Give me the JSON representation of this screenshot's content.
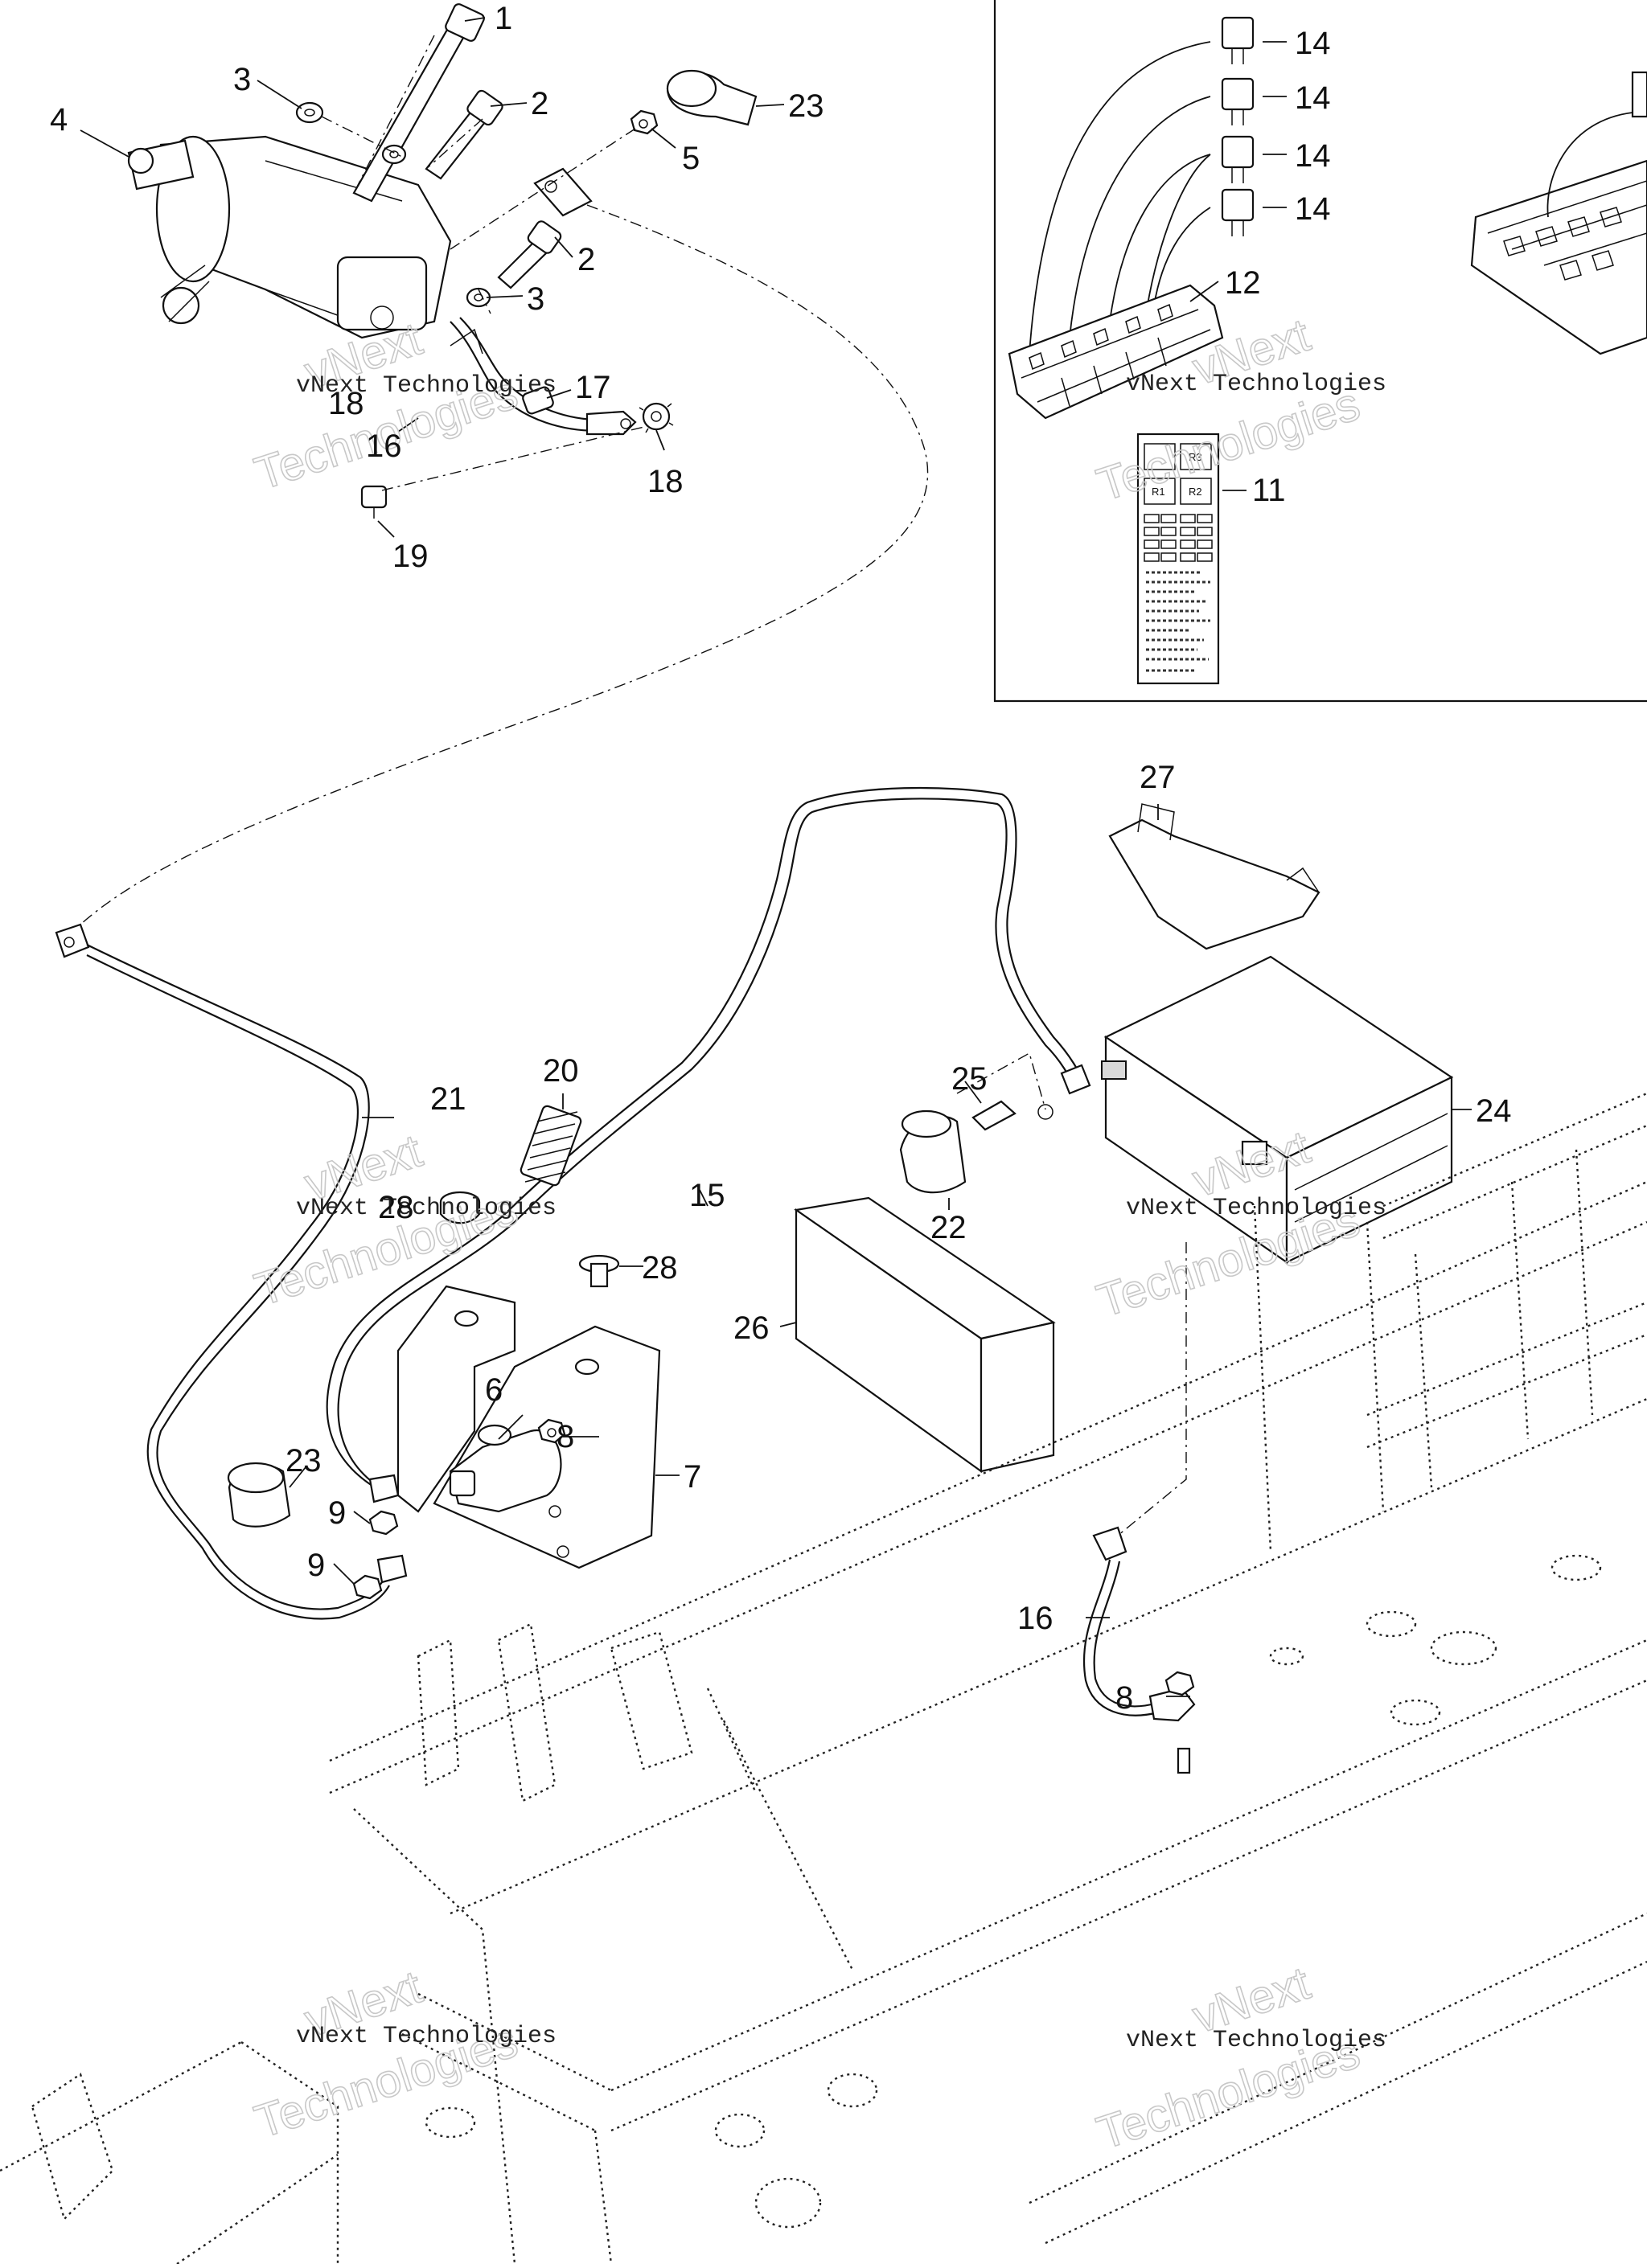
{
  "callouts": {
    "c1": "1",
    "c2a": "2",
    "c2b": "2",
    "c3a": "3",
    "c3b": "3",
    "c4": "4",
    "c5": "5",
    "c6": "6",
    "c7": "7",
    "c8a": "8",
    "c8b": "8",
    "c9a": "9",
    "c9b": "9",
    "c11": "11",
    "c12": "12",
    "c14a": "14",
    "c14b": "14",
    "c14c": "14",
    "c14d": "14",
    "c15": "15",
    "c16a": "16",
    "c16b": "16",
    "c17": "17",
    "c18a": "18",
    "c18b": "18",
    "c19": "19",
    "c20": "20",
    "c21": "21",
    "c22": "22",
    "c23a": "23",
    "c23b": "23",
    "c24": "24",
    "c25": "25",
    "c26": "26",
    "c27": "27",
    "c28a": "28",
    "c28b": "28"
  },
  "label_card": {
    "r1": "R1",
    "r2": "R2",
    "r3": "R3"
  },
  "watermark": {
    "line1": "vNext Technologies",
    "brand1": "vNext",
    "brand2": "Technologies"
  }
}
